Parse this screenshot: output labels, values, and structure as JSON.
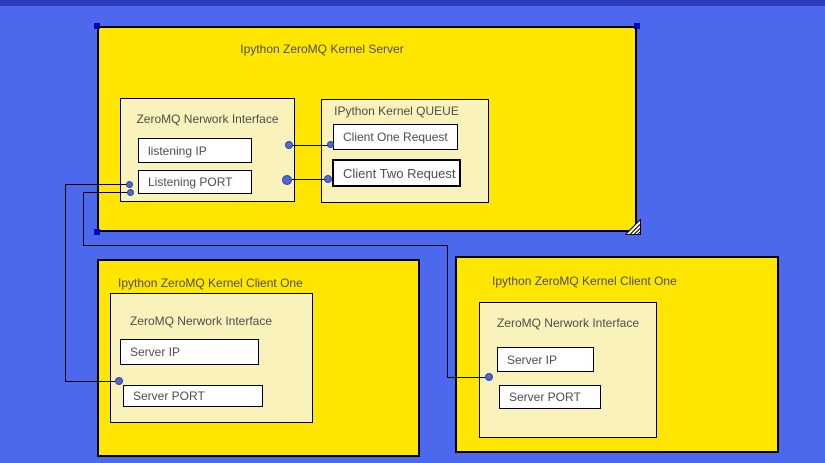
{
  "colors": {
    "background": "#4c69ee",
    "shape_yellow": "#ffe600",
    "inner_cream": "#f9f2ba",
    "field_white": "#ffffff",
    "border_black": "#000000",
    "text_gray": "#4d4d4d",
    "selection_handle": "#0000bd",
    "connection_dot": "#4e66d6",
    "window_edge": "#2c3cbd"
  },
  "server": {
    "title": "Ipython ZeroMQ Kernel Server",
    "network_interface": {
      "title": "ZeroMQ Nerwork Interface",
      "ip_label": "listening IP",
      "port_label": "Listening PORT"
    },
    "queue": {
      "title": "IPython Kernel QUEUE",
      "client_one_label": "Client One Request",
      "client_two_label": "Client Two Request"
    }
  },
  "client_left": {
    "title": "Ipython ZeroMQ Kernel Client One",
    "network_interface": {
      "title": "ZeroMQ Nerwork Interface",
      "ip_label": "Server IP",
      "port_label": "Server PORT"
    }
  },
  "client_right": {
    "title": "Ipython ZeroMQ Kernel Client One",
    "network_interface": {
      "title": "ZeroMQ Nerwork Interface",
      "ip_label": "Server IP",
      "port_label": "Server PORT"
    }
  }
}
